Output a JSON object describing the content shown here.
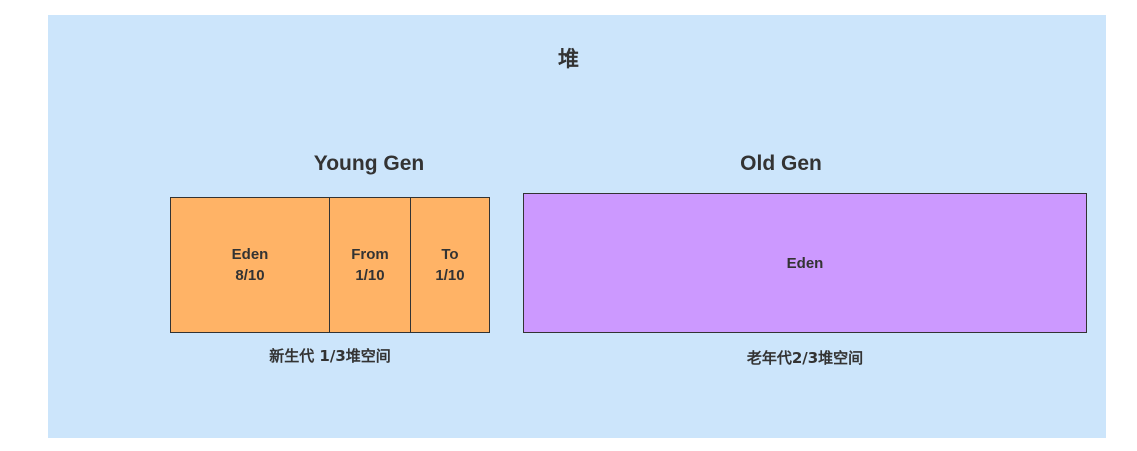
{
  "heap": {
    "title": "堆"
  },
  "young_gen": {
    "title": "Young Gen",
    "caption": "新生代 1/3堆空间",
    "eden": {
      "name": "Eden",
      "ratio": "8/10"
    },
    "from": {
      "name": "From",
      "ratio": "1/10"
    },
    "to": {
      "name": "To",
      "ratio": "1/10"
    },
    "fill_color": "#ffb366"
  },
  "old_gen": {
    "title": "Old Gen",
    "caption": "老年代2/3堆空间",
    "box_label": "Eden",
    "fill_color": "#cc99ff"
  },
  "colors": {
    "background": "#cce5fb",
    "border": "#333333"
  }
}
